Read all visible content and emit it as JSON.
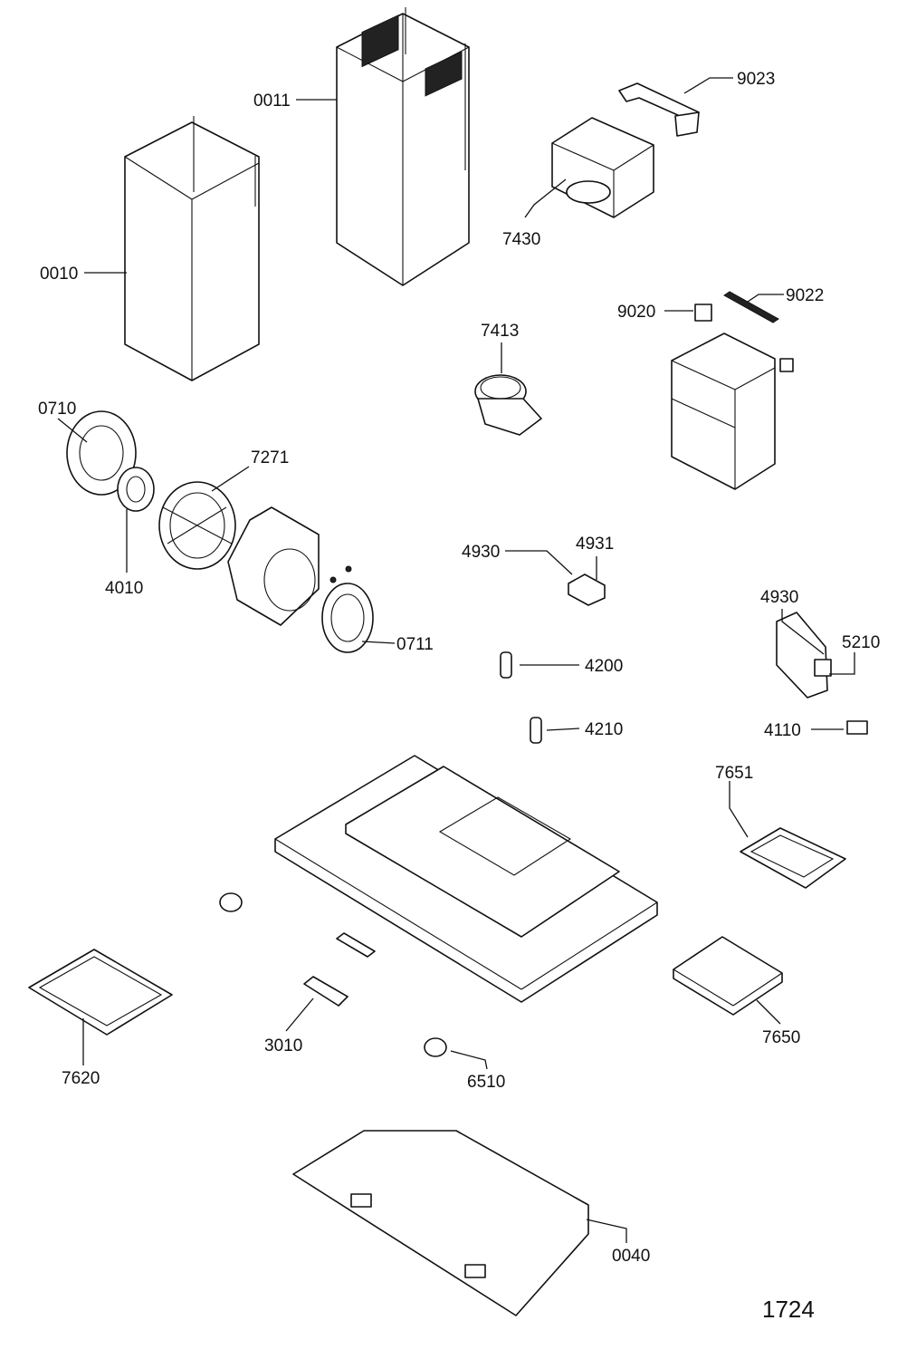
{
  "labels": {
    "p0011": "0011",
    "p9023": "9023",
    "p7430": "7430",
    "p0010": "0010",
    "p9020": "9020",
    "p9022": "9022",
    "p7413": "7413",
    "p0710": "0710",
    "p7271": "7271",
    "p4010": "4010",
    "p0711": "0711",
    "p4930a": "4930",
    "p4931": "4931",
    "p4930b": "4930",
    "p5210": "5210",
    "p4200": "4200",
    "p4210": "4210",
    "p4110": "4110",
    "p7651": "7651",
    "p7620": "7620",
    "p3010": "3010",
    "p6510": "6510",
    "p7650": "7650",
    "p0040": "0040"
  },
  "drawing_code": "1724"
}
